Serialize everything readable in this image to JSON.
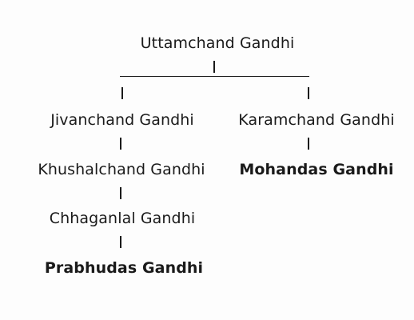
{
  "tree": {
    "root": "Uttamchand Gandhi",
    "left_branch": [
      {
        "name": "Jivanchand Gandhi",
        "bold": false
      },
      {
        "name": "Khushalchand Gandhi",
        "bold": false
      },
      {
        "name": "Chhaganlal Gandhi",
        "bold": false
      },
      {
        "name": "Prabhudas Gandhi",
        "bold": true
      }
    ],
    "right_branch": [
      {
        "name": "Karamchand Gandhi",
        "bold": false
      },
      {
        "name": "Mohandas Gandhi",
        "bold": true
      }
    ]
  },
  "colors": {
    "text": "#1a1a1a",
    "background": "#fdfdfd"
  }
}
